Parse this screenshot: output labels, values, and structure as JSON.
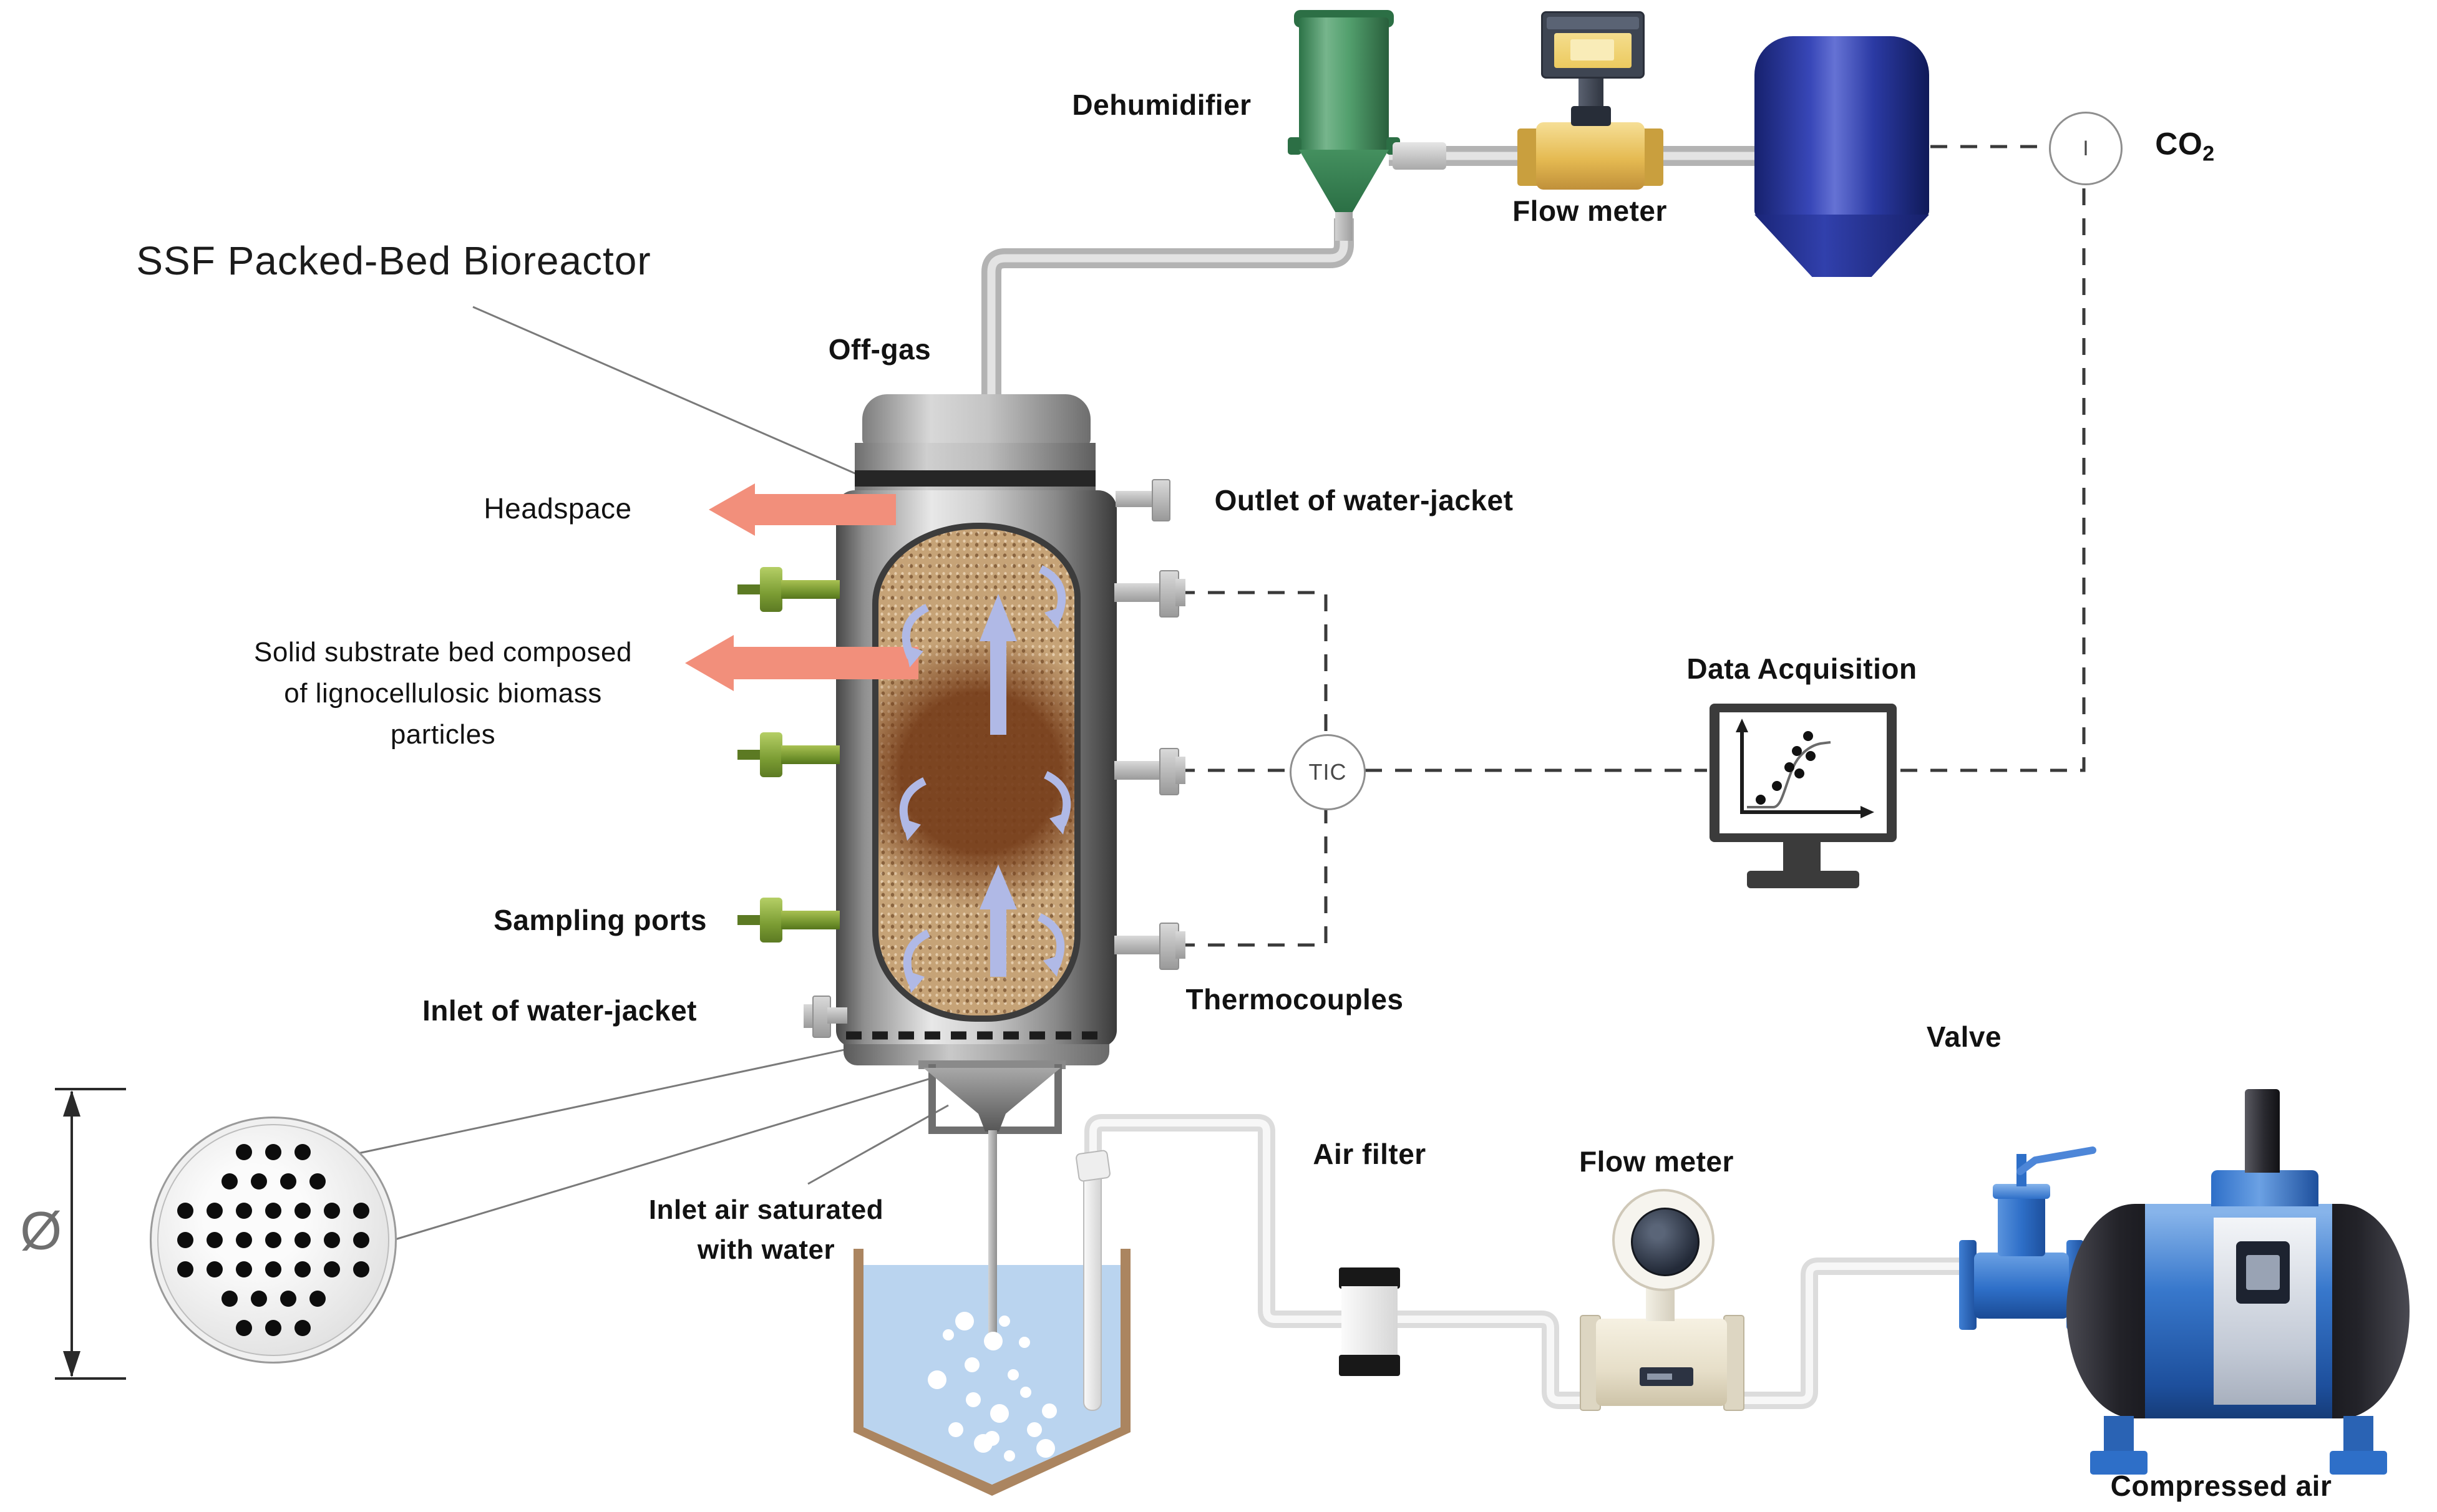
{
  "diagram": {
    "title": "SSF Packed-Bed Bioreactor",
    "top_chain": {
      "dehumidifier": "Dehumidifier",
      "flow_meter": "Flow meter",
      "off_gas": "Off-gas",
      "co2_base": "CO",
      "co2_sub": "2",
      "co2_indicator": "I"
    },
    "reactor": {
      "outlet_water_jacket": "Outlet of water-jacket",
      "headspace": "Headspace",
      "substrate_line1": "Solid substrate bed composed",
      "substrate_line2": "of lignocellulosic biomass",
      "substrate_line3": "particles",
      "sampling_ports": "Sampling ports",
      "inlet_water_jacket": "Inlet of water-jacket",
      "thermocouples": "Thermocouples",
      "tic": "TIC"
    },
    "plate": {
      "diameter_symbol": "Ø",
      "hole_rows": [
        3,
        4,
        7,
        7,
        7,
        4,
        3
      ]
    },
    "bottom_chain": {
      "inlet_air_line1": "Inlet air saturated",
      "inlet_air_line2": "with water",
      "air_filter": "Air filter",
      "flow_meter": "Flow meter",
      "valve": "Valve",
      "compressed_air": "Compressed air"
    },
    "data_acquisition": {
      "label": "Data Acquisition"
    },
    "colors": {
      "salmon_arrow": "#f28f7b",
      "sampling_port_green": "#8fae3e",
      "dehumidifier_green": "#4f9a68",
      "flow_meter_yellow": "#e5ba52",
      "gas_tank_blue": "#3847b8",
      "valve_blue": "#2e6fc8",
      "water_blue": "#bad4ef",
      "substrate_brown": "#8a5631"
    }
  }
}
